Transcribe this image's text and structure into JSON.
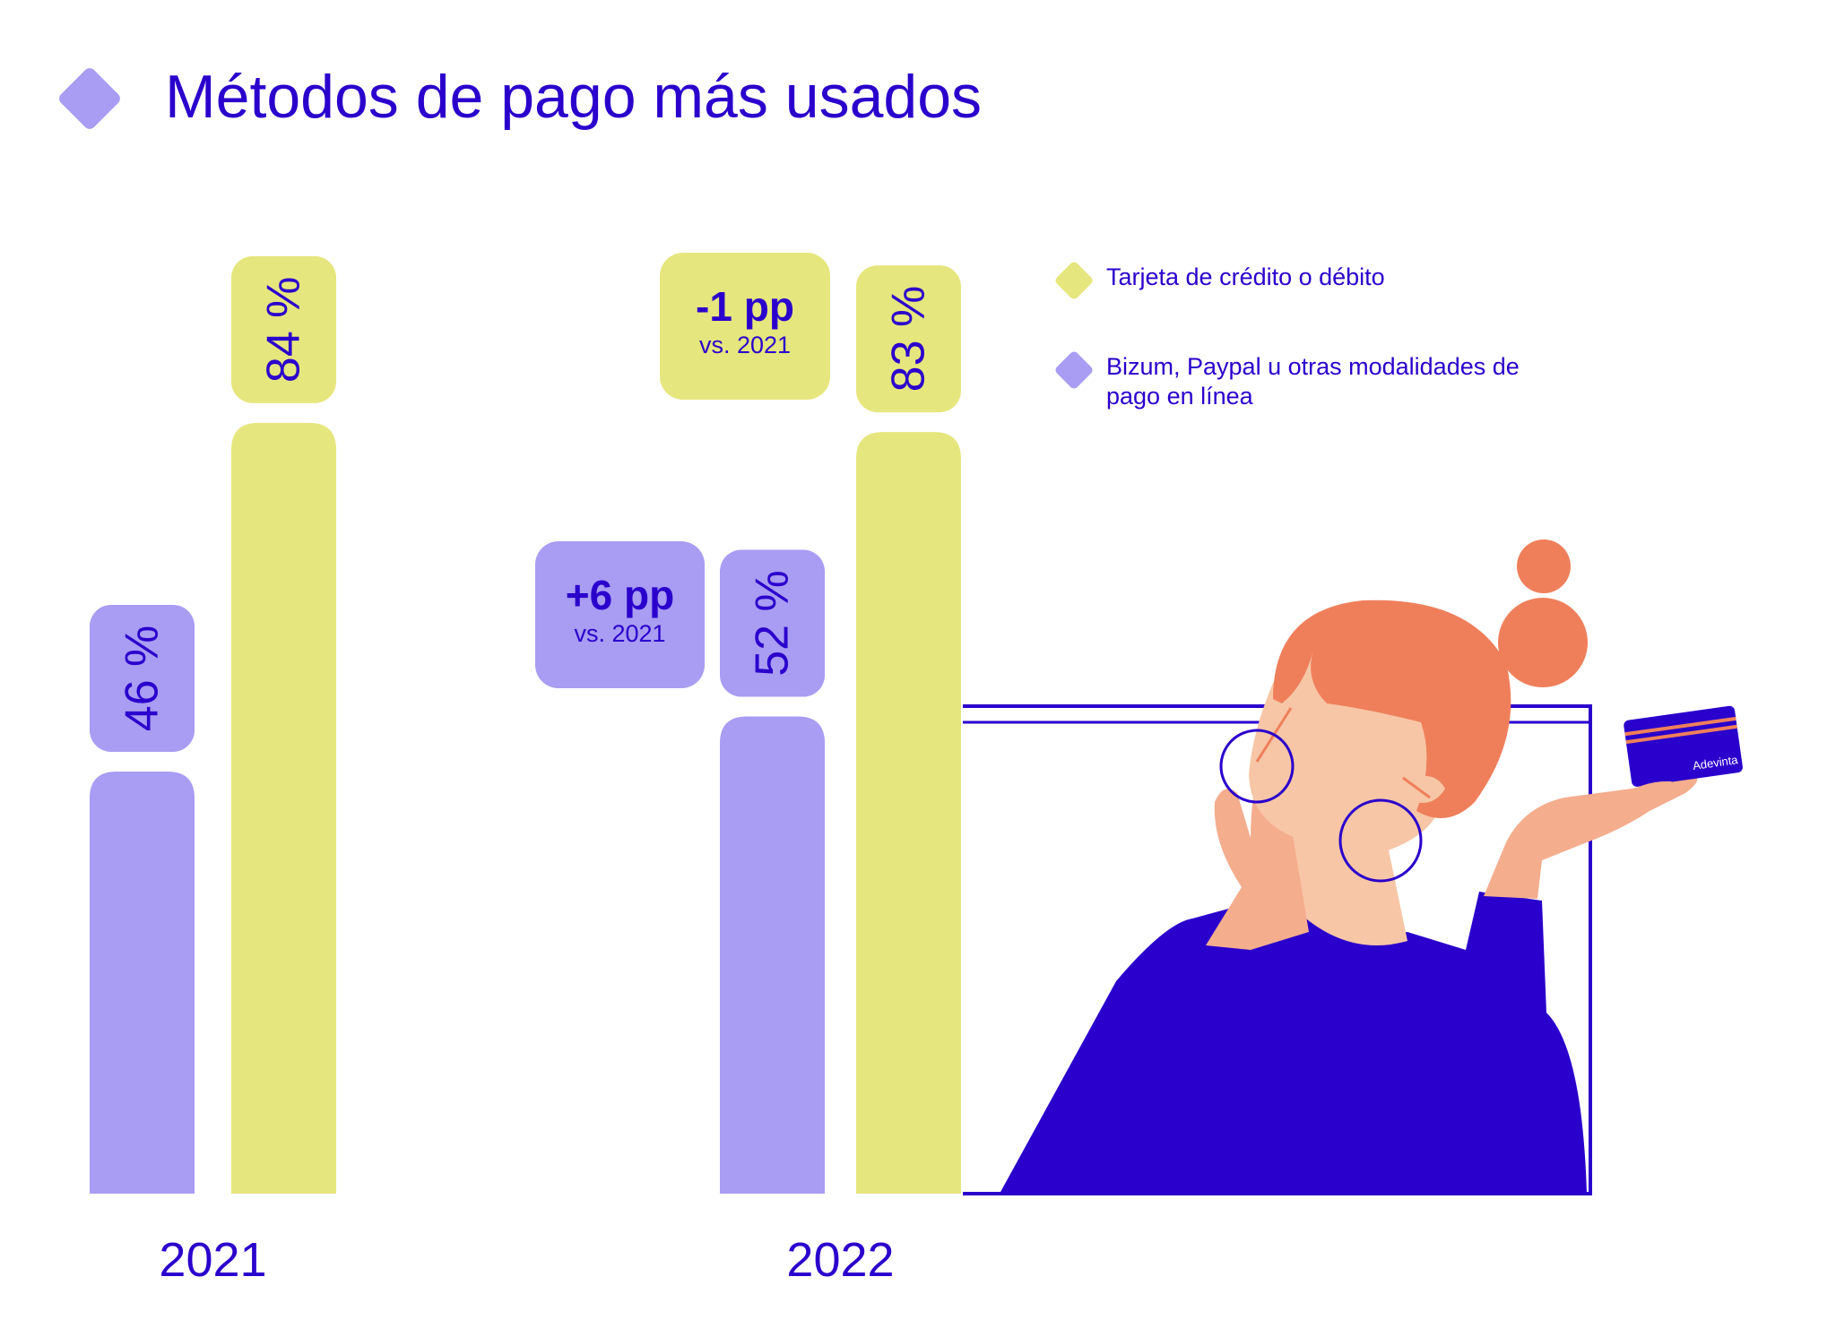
{
  "title": "Métodos de pago más usados",
  "colors": {
    "accent": "#2a00cc",
    "card": "#e6e67e",
    "online": "#a89cf3",
    "hair": "#ef7f5b",
    "skin": "#f7c6a6",
    "skin_dark": "#f4ad8d"
  },
  "legend": [
    {
      "label": "Tarjeta de crédito o débito",
      "color": "#e6e67e"
    },
    {
      "label": "Bizum, Paypal u otras modalidades de pago en línea",
      "color": "#a89cf3"
    }
  ],
  "deltas": {
    "card": {
      "value": "-1 pp",
      "note": "vs. 2021"
    },
    "online": {
      "value": "+6 pp",
      "note": "vs. 2021"
    }
  },
  "illustration": {
    "card_brand": "Adevinta",
    "icon": "person-holding-card-icon"
  },
  "chart_data": {
    "type": "bar",
    "title": "Métodos de pago más usados",
    "categories": [
      "2021",
      "2022"
    ],
    "series": [
      {
        "name": "Bizum, Paypal u otras modalidades de pago en línea",
        "values": [
          46,
          52
        ],
        "labels": [
          "46 %",
          "52 %"
        ]
      },
      {
        "name": "Tarjeta de crédito o débito",
        "values": [
          84,
          83
        ],
        "labels": [
          "84 %",
          "83 %"
        ]
      }
    ],
    "ylim": [
      0,
      100
    ],
    "grid": false,
    "legend_position": "top-right"
  }
}
